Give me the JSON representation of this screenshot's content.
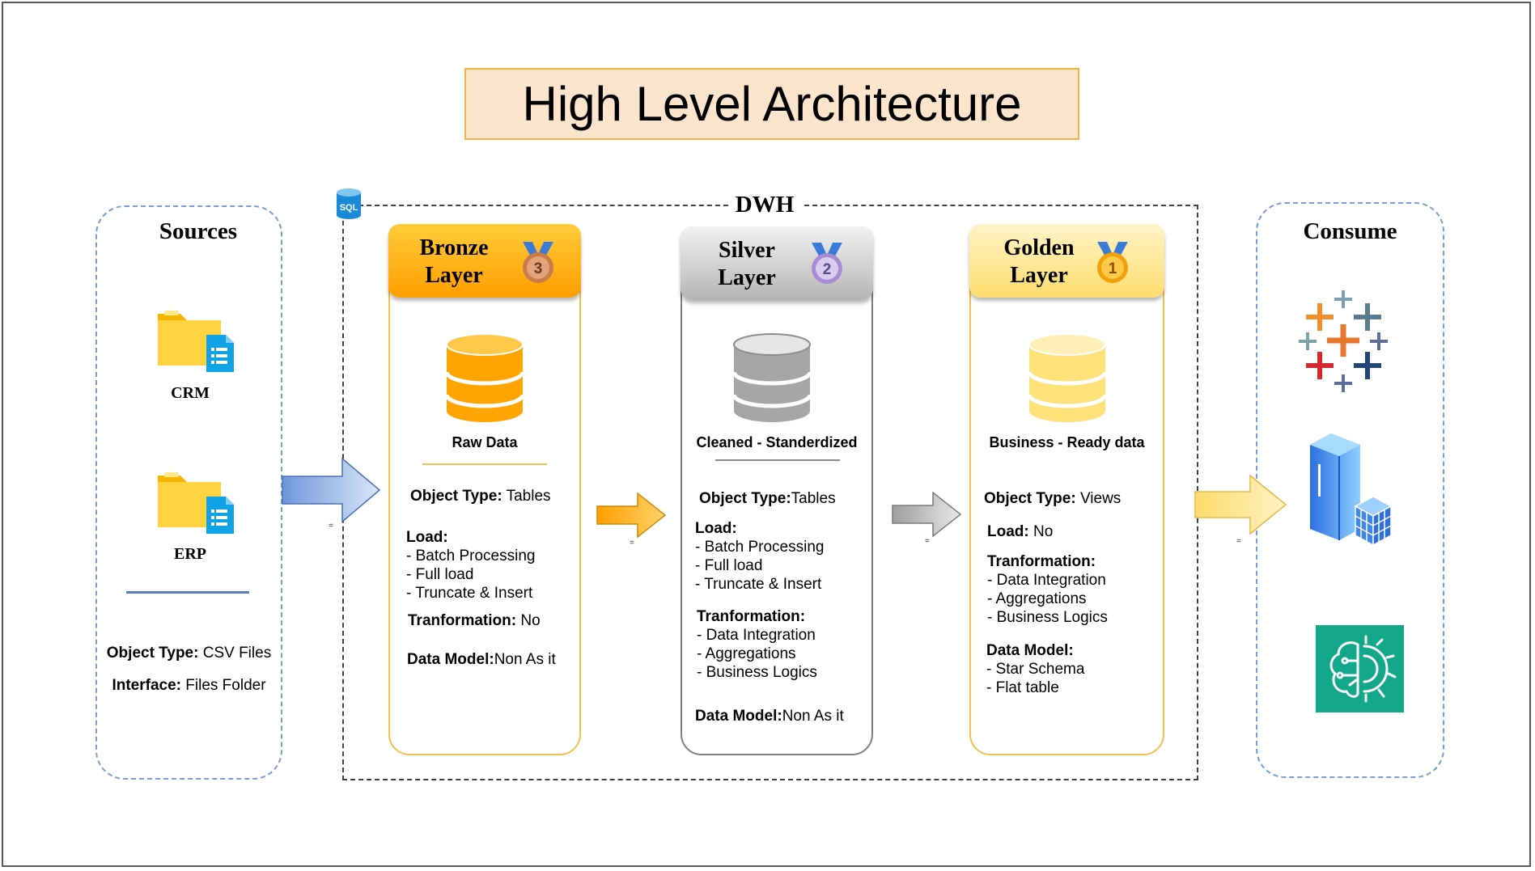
{
  "title": "High Level Architecture",
  "sources": {
    "heading": "Sources",
    "items": [
      {
        "label": "CRM",
        "icon": "folder-icon"
      },
      {
        "label": "ERP",
        "icon": "folder-icon"
      }
    ],
    "object_type_label": "Object Type:",
    "object_type_value": " CSV Files",
    "interface_label": "Interface:",
    "interface_value": " Files Folder"
  },
  "dwh": {
    "label": "DWH",
    "badge": "SQL"
  },
  "layers": [
    {
      "name_line1": "Bronze",
      "name_line2": "Layer",
      "rank": "3",
      "caption": "Raw Data",
      "object_type_label": "Object Type:",
      "object_type_value": " Tables",
      "load_label": "Load:",
      "load_items": [
        "- Batch Processing",
        "- Full load",
        "- Truncate & Insert"
      ],
      "transformation_label": "Tranformation:",
      "transformation_value": " No",
      "data_model_label": "Data Model:",
      "data_model_value": "Non As it",
      "color": "#ffa50f"
    },
    {
      "name_line1": "Silver",
      "name_line2": "Layer",
      "rank": "2",
      "caption": "Cleaned - Standerdized",
      "object_type_label": "Object Type:",
      "object_type_value": "Tables",
      "load_label": "Load:",
      "load_items": [
        "- Batch Processing",
        "- Full load",
        "- Truncate & Insert"
      ],
      "transformation_label": "Tranformation:",
      "transformation_items": [
        "- Data Integration",
        "- Aggregations",
        "- Business Logics"
      ],
      "data_model_label": "Data Model:",
      "data_model_value": "Non As it",
      "color": "#bfbfbf"
    },
    {
      "name_line1": "Golden",
      "name_line2": "Layer",
      "rank": "1",
      "caption": "Business - Ready data",
      "object_type_label": "Object Type:",
      "object_type_value": " Views",
      "load_label": "Load:",
      "load_value": " No",
      "transformation_label": "Tranformation:",
      "transformation_items": [
        "- Data Integration",
        "- Aggregations",
        "- Business Logics"
      ],
      "data_model_label": "Data Model:",
      "data_model_items": [
        "- Star Schema",
        "- Flat table"
      ],
      "color": "#fee27a"
    }
  ],
  "consume": {
    "heading": "Consume",
    "icons": [
      "tableau-icon",
      "sql-server-icon",
      "machine-learning-icon"
    ]
  },
  "arrows": [
    {
      "color": "#8fb0e6",
      "marker": "="
    },
    {
      "color": "#ffa50f",
      "marker": "="
    },
    {
      "color": "#bfbfbf",
      "marker": "="
    },
    {
      "color": "#fee27a",
      "marker": "="
    }
  ]
}
